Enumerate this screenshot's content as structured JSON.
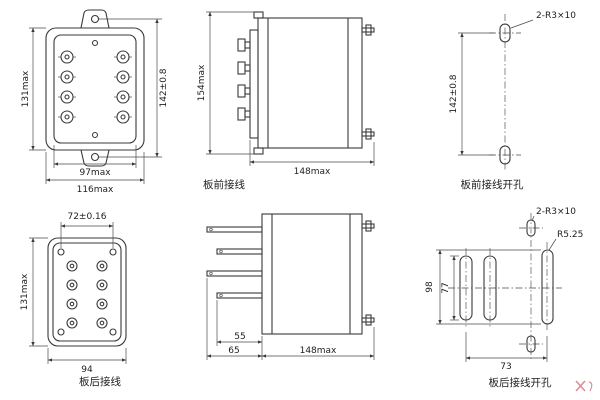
{
  "style": {
    "background": "#ffffff",
    "line_color": "#3a3a3a",
    "watermark_color": "#dc8f96"
  },
  "panels": {
    "front_view": {
      "dim_height_body": "131max",
      "dim_height_holes": "142±0.8",
      "dim_width_inner": "97max",
      "dim_width_outer": "116max"
    },
    "side_front": {
      "caption": "板前接线",
      "dim_height": "154max",
      "dim_depth": "148max"
    },
    "drill_front": {
      "caption": "板前接线开孔",
      "label_slot": "2-R3×10",
      "dim_spacing": "142±0.8"
    },
    "rear_view": {
      "caption": "板后接线",
      "dim_hole_span": "72±0.16",
      "dim_height": "131max",
      "dim_width": "94"
    },
    "side_rear": {
      "dim_pin_short": "55",
      "dim_pin_long": "65",
      "dim_depth": "148max"
    },
    "drill_rear": {
      "caption": "板后接线开孔",
      "label_slot": "2-R3×10",
      "label_radius": "R5.25",
      "dim_outer": "98",
      "dim_slot": "77",
      "dim_span": "73"
    }
  }
}
